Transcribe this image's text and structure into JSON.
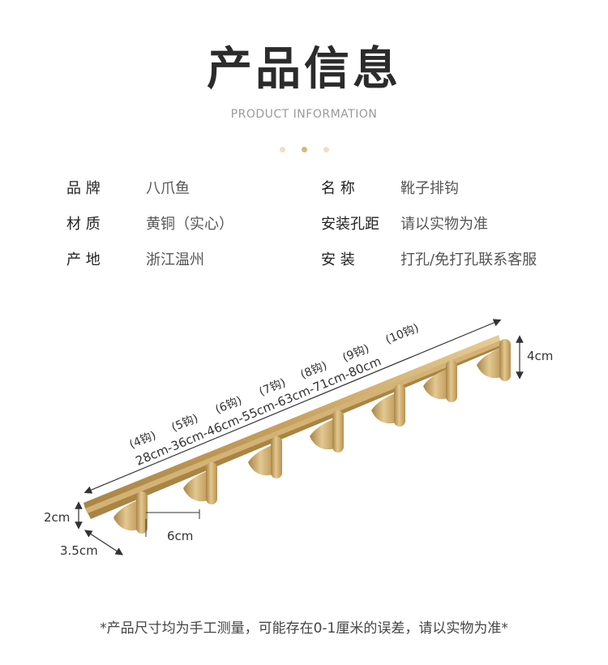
{
  "header": {
    "title": "产品信息",
    "subtitle": "PRODUCT INFORMATION"
  },
  "specs": [
    {
      "label": "品    牌",
      "value": "八爪鱼"
    },
    {
      "label": "名    称",
      "value": "靴子排钩"
    },
    {
      "label": "材    质",
      "value": "黄铜（实心）"
    },
    {
      "label": "安装孔距",
      "value": "请以实物为准"
    },
    {
      "label": "产    地",
      "value": "浙江温州"
    },
    {
      "label": "安    装",
      "value": "打孔/免打孔联系客服"
    }
  ],
  "diagram": {
    "hook_counts": [
      "(4钩)",
      "(5钩)",
      "(6钩)",
      "(7钩)",
      "(8钩)",
      "(9钩)",
      "(10钩)"
    ],
    "lengths": "28cm-36cm-46cm-55cm-63cm-71cm-80cm",
    "dim_height": "4cm",
    "dim_thickness": "2cm",
    "dim_spacing": "6cm",
    "dim_depth": "3.5cm",
    "colors": {
      "brass": "#c8a25f",
      "brass_dark": "#a98444",
      "brass_light": "#e2c891"
    }
  },
  "footer": {
    "note": "*产品尺寸均为手工测量，可能存在0-1厘米的误差，请以实物为准*"
  }
}
